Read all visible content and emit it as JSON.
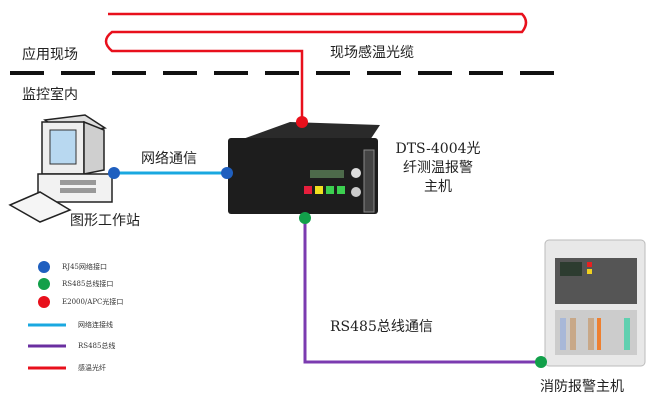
{
  "zones": {
    "field": "应用现场",
    "indoor": "监控室内"
  },
  "labels": {
    "sensing_cable": "现场感温光缆",
    "network_comm": "网络通信",
    "workstation": "图形工作站",
    "host_line1": "DTS-4004光",
    "host_line2": "纤测温报警",
    "host_line3": "主机",
    "rs485_comm": "RS485总线通信",
    "fire_panel": "消防报警主机"
  },
  "legend": {
    "ports": [
      {
        "label": "RJ45网络接口",
        "color": "#1f5fbf"
      },
      {
        "label": "RS485总线接口",
        "color": "#12a04a"
      },
      {
        "label": "E2000/APC光接口",
        "color": "#e8101c"
      }
    ],
    "lines": [
      {
        "label": "网络连接线",
        "color": "#1aa8e0"
      },
      {
        "label": "RS485总线",
        "color": "#6a2fa0"
      },
      {
        "label": "感温光纤",
        "color": "#e8101c"
      }
    ]
  },
  "colors": {
    "fiber": "#e8101c",
    "network": "#1aa8e0",
    "rs485": "#7b3bb0"
  }
}
